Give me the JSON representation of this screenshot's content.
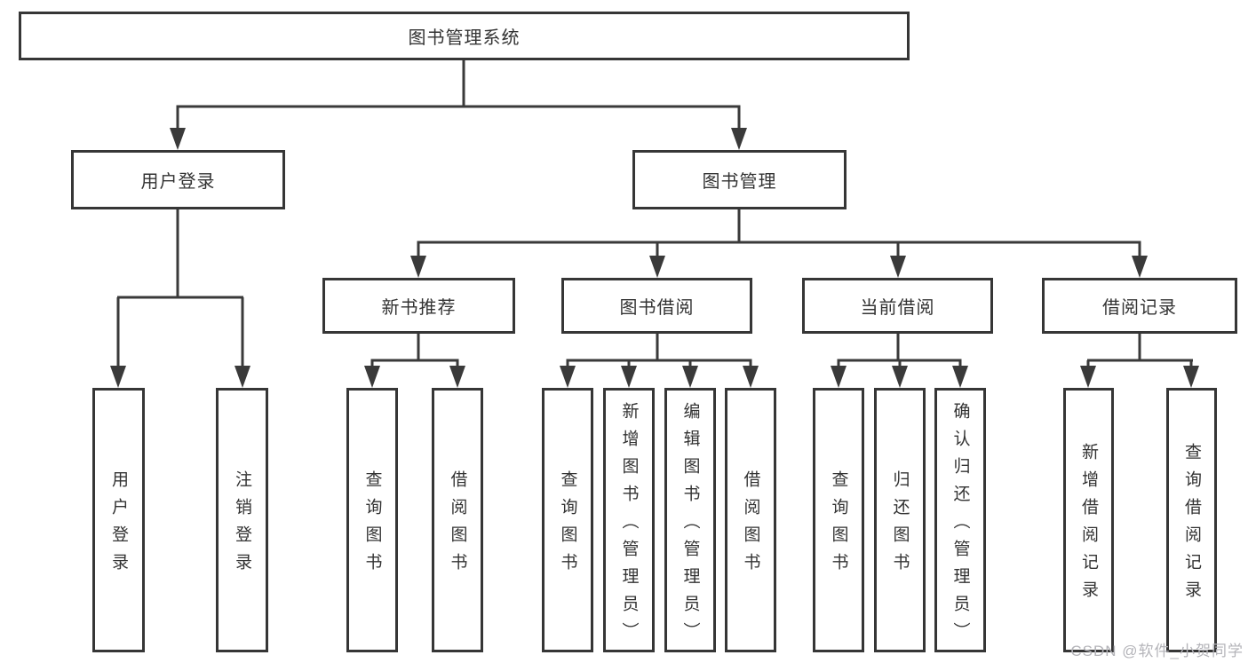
{
  "tree": {
    "root": {
      "label": "图书管理系统",
      "children": [
        {
          "label": "用户登录",
          "children": [
            {
              "label": "用户登录"
            },
            {
              "label": "注销登录"
            }
          ]
        },
        {
          "label": "图书管理",
          "children": [
            {
              "label": "新书推荐",
              "children": [
                {
                  "label": "查询图书"
                },
                {
                  "label": "借阅图书"
                }
              ]
            },
            {
              "label": "图书借阅",
              "children": [
                {
                  "label": "查询图书"
                },
                {
                  "label": "新增图书（管理员）"
                },
                {
                  "label": "编辑图书（管理员）"
                },
                {
                  "label": "借阅图书"
                }
              ]
            },
            {
              "label": "当前借阅",
              "children": [
                {
                  "label": "查询图书"
                },
                {
                  "label": "归还图书"
                },
                {
                  "label": "确认归还（管理员）"
                }
              ]
            },
            {
              "label": "借阅记录",
              "children": [
                {
                  "label": "新增借阅记录"
                },
                {
                  "label": "查询借阅记录"
                }
              ]
            }
          ]
        }
      ]
    }
  },
  "colors": {
    "line": "#3a3a3a",
    "border": "#363636",
    "text": "#333333",
    "watermark": "#b4b4b9"
  },
  "watermark": {
    "text": "CSDN @软件_小贺同学"
  }
}
